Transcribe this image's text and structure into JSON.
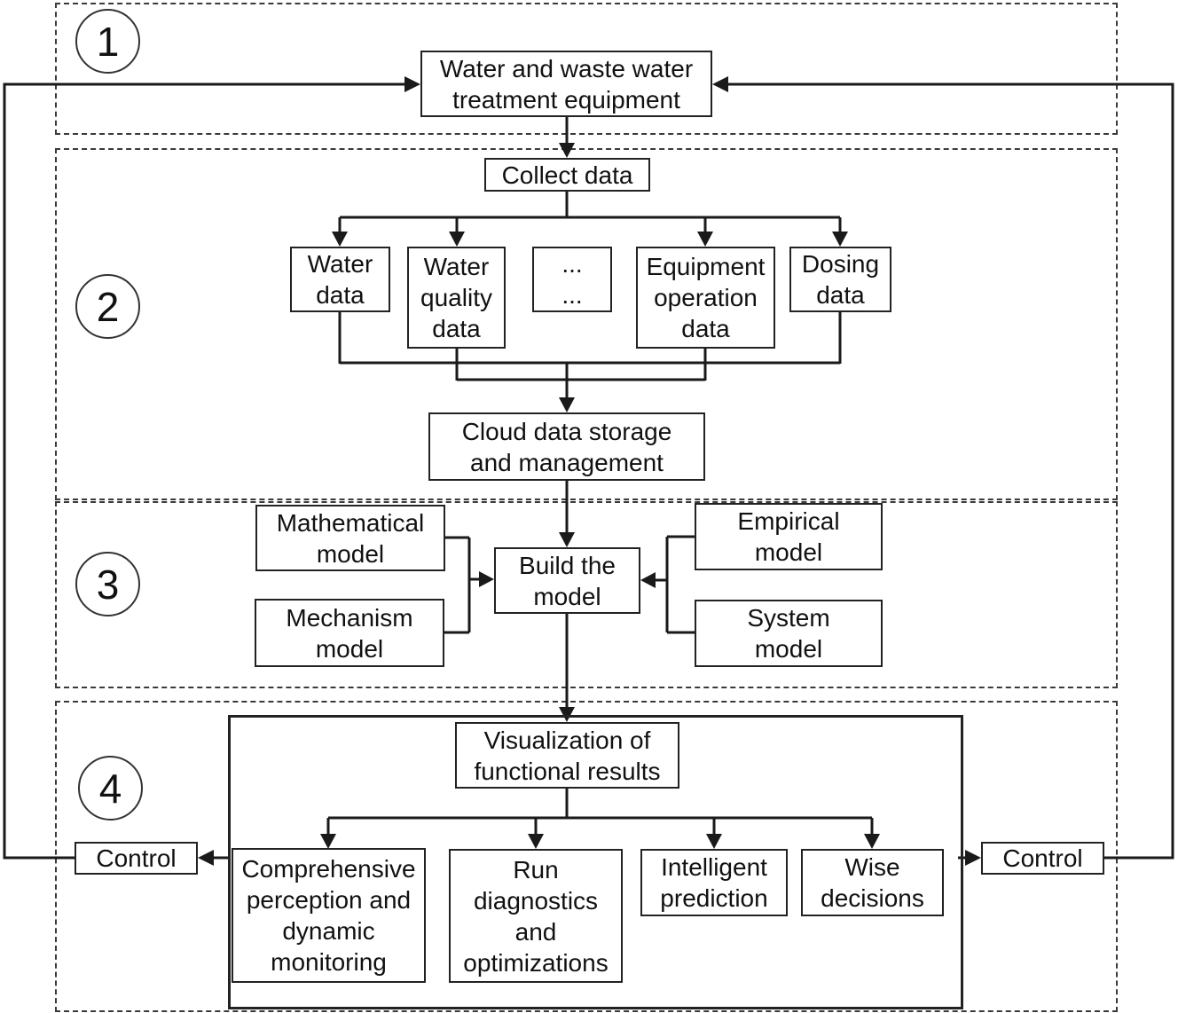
{
  "figure": {
    "type": "flowchart",
    "description": "Layered architecture flowchart for smart water and waste water treatment"
  },
  "sections": [
    {
      "number": "1"
    },
    {
      "number": "2"
    },
    {
      "number": "3"
    },
    {
      "number": "4"
    }
  ],
  "nodes": {
    "equipment": "Water and waste water\ntreatment equipment",
    "collect_data": "Collect data",
    "water_data": "Water\ndata",
    "water_quality_data": "Water\nquality\ndata",
    "ellipsis": "...\n...",
    "equipment_operation_data": "Equipment\noperation\ndata",
    "dosing_data": "Dosing\ndata",
    "cloud_storage": "Cloud data storage\nand management",
    "mathematical_model": "Mathematical\nmodel",
    "mechanism_model": "Mechanism\nmodel",
    "build_model": "Build the\nmodel",
    "empirical_model": "Empirical\nmodel",
    "system_model": "System\nmodel",
    "visualization": "Visualization of\nfunctional results",
    "comprehensive_monitoring": "Comprehensive\nperception and\ndynamic\nmonitoring",
    "run_diagnostics": "Run\ndiagnostics\nand\noptimizations",
    "intelligent_prediction": "Intelligent\nprediction",
    "wise_decisions": "Wise\ndecisions",
    "control_left": "Control",
    "control_right": "Control"
  },
  "colors": {
    "background": "#ffffff",
    "line": "#1a1a1a",
    "box_border": "#222222",
    "dashed_border": "#3a3a3a"
  }
}
